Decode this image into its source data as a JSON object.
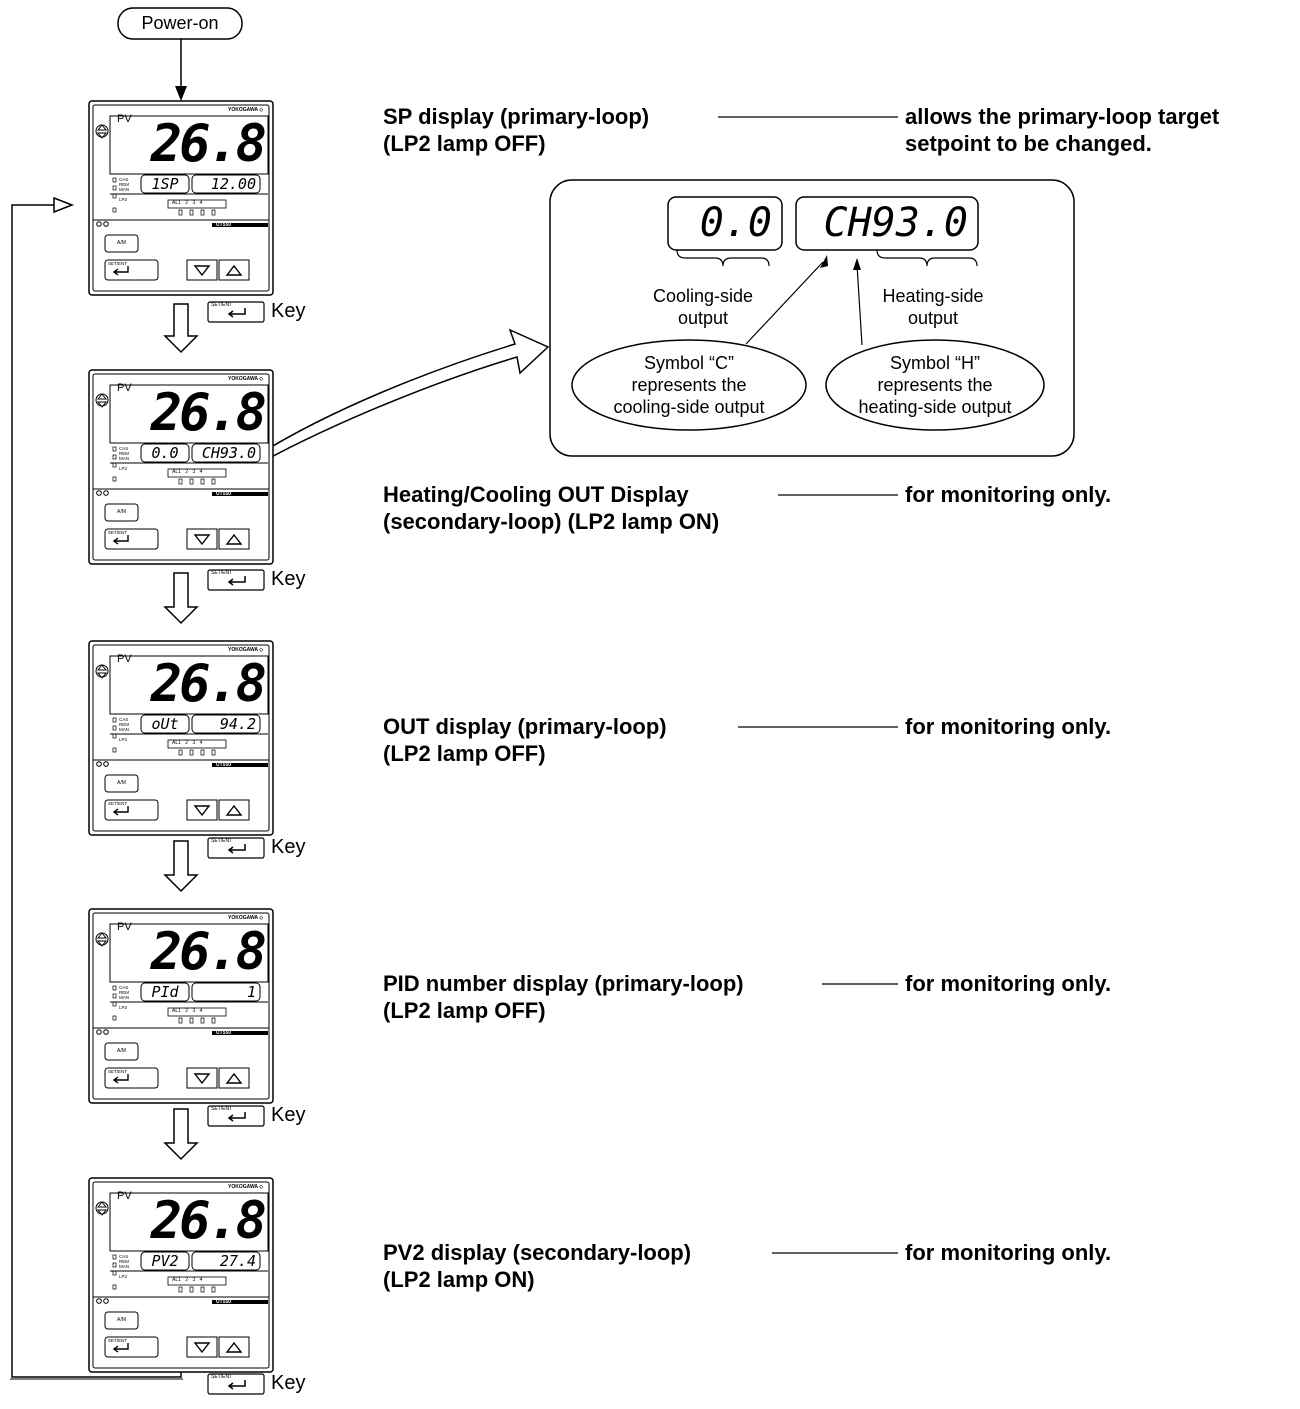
{
  "power_on": "Power-on",
  "key_label": "Key",
  "controller": {
    "pv_label": "PV",
    "brand": "YOKOGAWA",
    "model": "UT550",
    "pv_value": "26.8",
    "status_lamps": [
      "CAS",
      "REM",
      "MAN",
      "LP2"
    ],
    "alarm_lamps": [
      "AL1",
      "2",
      "3",
      "4"
    ],
    "am_key": "A/M",
    "set_ent_key": "SET/ENT"
  },
  "displays": [
    {
      "id": "sp",
      "left": "1SP",
      "right": "12.00",
      "desc": [
        "SP display (primary-loop)",
        "(LP2 lamp OFF)"
      ],
      "note": [
        "allows the primary-loop target",
        "setpoint to be changed."
      ]
    },
    {
      "id": "heatcool",
      "left": "0.0",
      "right": "CH93.0",
      "desc": [
        "Heating/Cooling OUT Display",
        "(secondary-loop) (LP2 lamp ON)"
      ],
      "note": [
        "for monitoring only."
      ]
    },
    {
      "id": "out",
      "left": "oUt",
      "right": "94.2",
      "desc": [
        "OUT display (primary-loop)",
        "(LP2 lamp OFF)"
      ],
      "note": [
        "for monitoring only."
      ]
    },
    {
      "id": "pid",
      "left": "PId",
      "right": "1",
      "desc": [
        "PID number display (primary-loop)",
        "(LP2 lamp OFF)"
      ],
      "note": [
        "for monitoring only."
      ]
    },
    {
      "id": "pv2",
      "left": "PV2",
      "right": "27.4",
      "desc": [
        "PV2 display (secondary-loop)",
        "(LP2 lamp ON)"
      ],
      "note": [
        "for monitoring only."
      ]
    }
  ],
  "callout": {
    "cool_value": "0.0",
    "heat_value": "CH93.0",
    "cool_label": [
      "Cooling-side",
      "output"
    ],
    "heat_label": [
      "Heating-side",
      "output"
    ],
    "symbol_c": [
      "Symbol “C”",
      "represents the",
      "cooling-side output"
    ],
    "symbol_h": [
      "Symbol “H”",
      "represents the",
      "heating-side output"
    ]
  }
}
